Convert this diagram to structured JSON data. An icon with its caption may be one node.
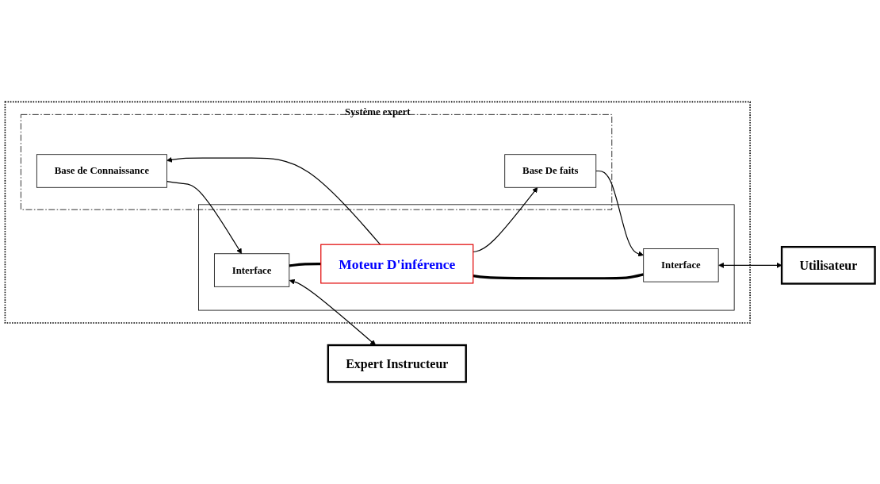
{
  "diagram": {
    "nodes": [
      {
        "text": [
          "Système expert"
        ]
      },
      {
        "text": [],
        "shape": "box",
        "in": 0
      },
      {
        "text": [
          "Base de Connaissance"
        ],
        "in": 1
      },
      {
        "text": [
          "Base De faits"
        ],
        "in": 1
      },
      {
        "text": [],
        "shape": "box",
        "in": 0
      },
      {
        "text": [
          "Interface"
        ],
        "in": 4
      },
      {
        "text": [
          "Moteur D'inférence"
        ],
        "in": 4
      },
      {
        "text": [
          "Interface"
        ],
        "in": 4
      },
      {
        "text": [
          "Expert Instructeur"
        ]
      },
      {
        "text": [
          "Utilisateur"
        ]
      }
    ],
    "edges": [
      {
        "from": 2,
        "to": 5,
        "arrow": "to"
      },
      {
        "from": 6,
        "to": 2,
        "arrow": "to"
      },
      {
        "from": 6,
        "to": 3,
        "arrow": "to"
      },
      {
        "from": 3,
        "to": 7,
        "arrow": "to"
      },
      {
        "from": 5,
        "to": 6,
        "arrow": "none",
        "style": "thick"
      },
      {
        "from": 6,
        "to": 7,
        "arrow": "none",
        "style": "thick"
      },
      {
        "from": 5,
        "to": 8,
        "arrow": "both"
      },
      {
        "from": 7,
        "to": 9,
        "arrow": "both"
      }
    ]
  }
}
